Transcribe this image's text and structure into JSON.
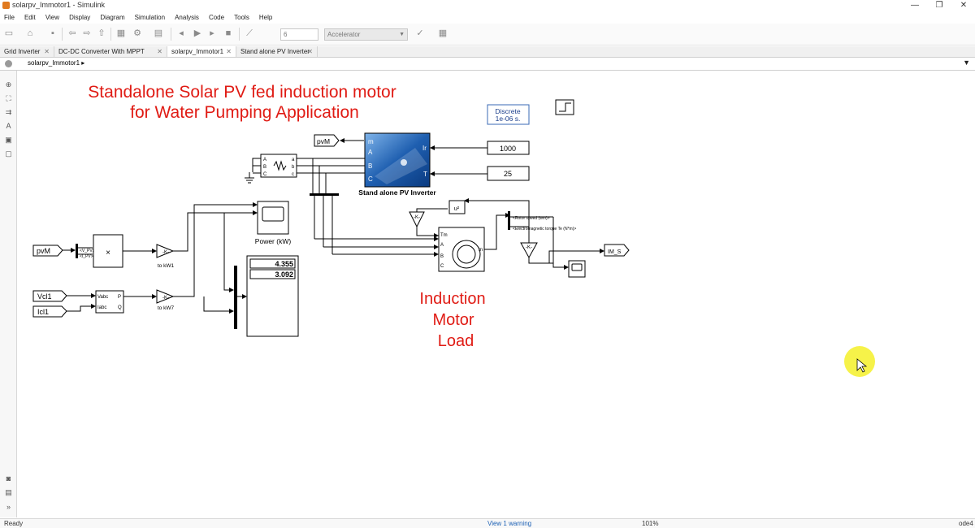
{
  "window": {
    "title": "solarpv_Immotor1 - Simulink",
    "minimize": "—",
    "restore": "❐",
    "close": "✕"
  },
  "menu": [
    "File",
    "Edit",
    "View",
    "Display",
    "Diagram",
    "Simulation",
    "Analysis",
    "Code",
    "Tools",
    "Help"
  ],
  "toolbar": {
    "stop_time": "6",
    "sim_mode": "Accelerator"
  },
  "tabs": [
    {
      "label": "Grid Inverter",
      "active": false
    },
    {
      "label": "DC-DC Converter With MPPT Control",
      "active": false
    },
    {
      "label": "solarpv_Immotor1",
      "active": true
    },
    {
      "label": "Stand alone PV Inverter",
      "active": false
    }
  ],
  "breadcrumb": "solarpv_Immotor1 ▸",
  "diagram": {
    "title_line1": "Standalone Solar PV fed induction motor",
    "title_line2": "for Water Pumping Application",
    "induction_label_1": "Induction",
    "induction_label_2": "Motor",
    "induction_label_3": "Load",
    "powergui_line1": "Discrete",
    "powergui_line2": "1e-06 s.",
    "pv_goto": "pvM",
    "pv_from": "pvM",
    "vcl_from": "Vcl1",
    "icl_from": "Icl1",
    "im_goto": "IM_S",
    "irradiance_const": "1000",
    "temp_const": "25",
    "pv_block_name": "Stand alone PV Inverter",
    "pv_port_m": "m",
    "pv_port_a": "A",
    "pv_port_b": "B",
    "pv_port_c": "C",
    "pv_port_ir": "Ir",
    "pv_port_t": "T",
    "scope_power_label": "Power (kW)",
    "display_val1": "4.355",
    "display_val2": "3.092",
    "gain_k": "-K-",
    "gain_label_kw1": "to kW1",
    "gain_label_kw7": "to kW7",
    "rlc_ports": [
      "A",
      "B",
      "C",
      "a",
      "b",
      "c"
    ],
    "pq_ports": [
      "Vabc",
      "Iabc",
      "P",
      "Q"
    ],
    "selector_ports": [
      "<V_PV>",
      "<I_PV>"
    ],
    "motor_ports": [
      "Tm",
      "A",
      "B",
      "C",
      "m"
    ],
    "bus_sig1": "<Rotor speed (wm)>",
    "bus_sig2": "<Electromagnetic torque Te (N*m)>",
    "u2": "u²",
    "product": "×"
  },
  "status": {
    "ready": "Ready",
    "warning": "View 1 warning",
    "zoom": "101%",
    "solver": "ode4"
  }
}
